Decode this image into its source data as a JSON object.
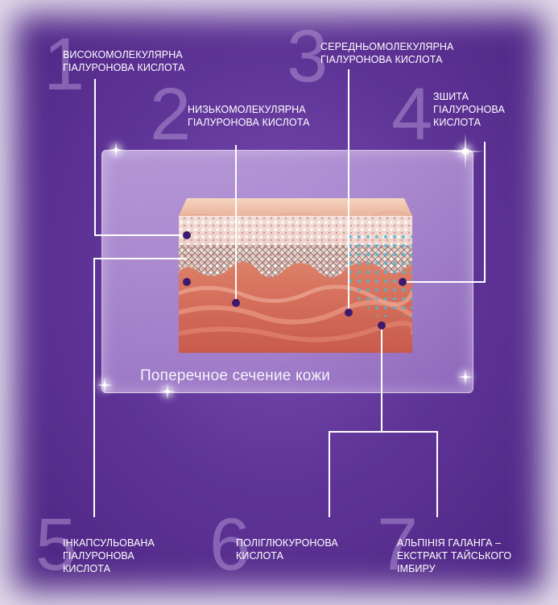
{
  "caption": "Поперечное сечение кожи",
  "items": [
    {
      "number": "1",
      "label": "ВИСОКОМОЛЕКУЛЯРНА ГІАЛУРОНОВА КИСЛОТА"
    },
    {
      "number": "2",
      "label": "НИЗЬКОМОЛЕКУЛЯРНА ГІАЛУРОНОВА КИСЛОТА"
    },
    {
      "number": "3",
      "label": "СЕРЕДНЬОМОЛЕКУЛЯРНА ГІАЛУРОНОВА КИСЛОТА"
    },
    {
      "number": "4",
      "label": "ЗШИТА ГІАЛУРОНОВА КИСЛОТА"
    },
    {
      "number": "5",
      "label": "ІНКАПСУЛЬОВАНА ГІАЛУРОНОВА КИСЛОТА"
    },
    {
      "number": "6",
      "label": "ПОЛІГЛЮКУРОНОВА КИСЛОТА"
    },
    {
      "number": "7",
      "label": "АЛЬПІНІЯ ГАЛАНГА – ЕКСТРАКТ ТАЙСЬКОГО ІМБИРУ"
    }
  ],
  "colors": {
    "background": "#5f3497",
    "marker": "#3b1a6e",
    "line": "#ffffff"
  }
}
